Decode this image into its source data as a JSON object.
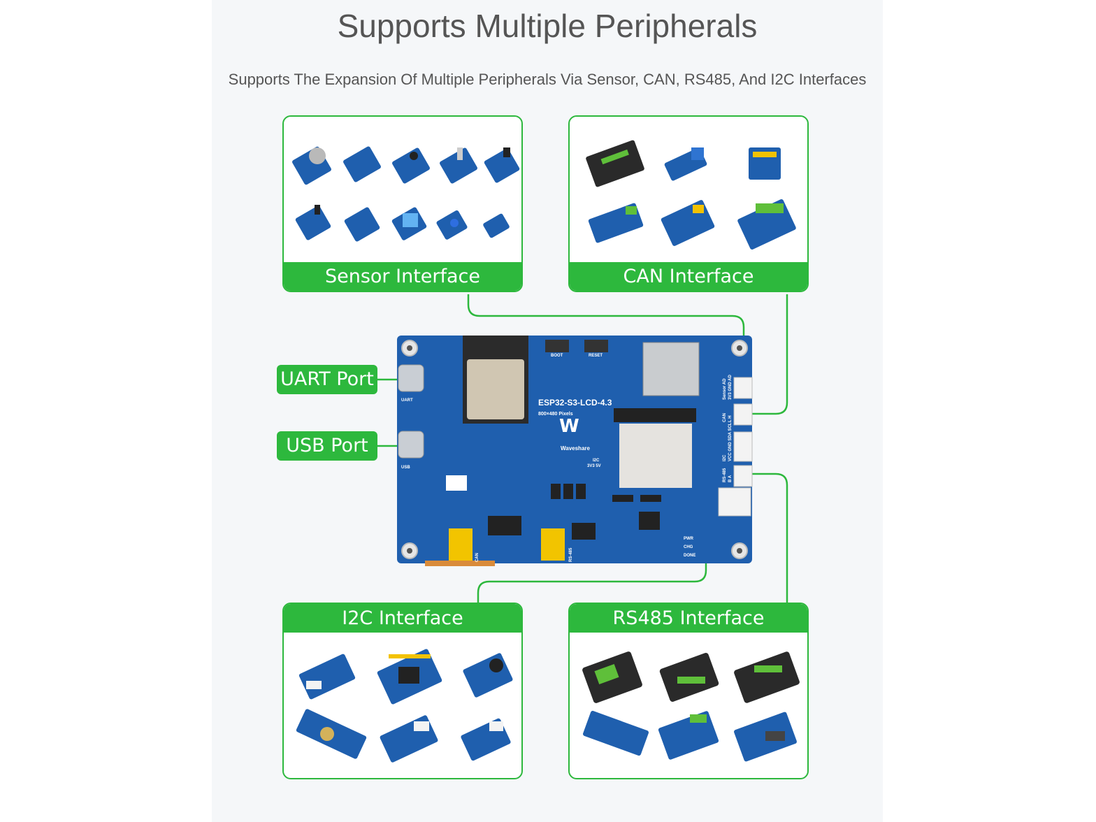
{
  "title": "Supports Multiple Peripherals",
  "subtitle": "Supports The Expansion Of Multiple Peripherals Via Sensor, CAN, RS485, And I2C Interfaces",
  "interfaces": {
    "sensor": "Sensor Interface",
    "can": "CAN Interface",
    "i2c": "I2C Interface",
    "rs485": "RS485 Interface"
  },
  "ports": {
    "uart": "UART Port",
    "usb": "USB Port"
  },
  "board": {
    "name": "ESP32-S3-LCD-4.3",
    "resolution": "800×480 Pixels",
    "brand": "Waveshare",
    "labels": {
      "boot": "BOOT",
      "reset": "RESET",
      "uart": "UART",
      "usb": "USB",
      "can": "CAN",
      "rs485": "RS-485",
      "i2c": "I2C",
      "i2c_voltage": "3V3 5V",
      "pwr": "PWR",
      "chg": "CHG",
      "done": "DONE",
      "sensor_ad": "Sensor AD",
      "sensor_pins": "3V3 GND AD",
      "can_hdr": "CAN",
      "can_pins": "L H",
      "i2c_hdr": "I2C",
      "i2c_pins": "VCC GND SDA SCL",
      "rs485_hdr": "RS-485",
      "rs485_pins": "B A"
    }
  },
  "colors": {
    "accent_green": "#2db83d",
    "board_blue": "#1f5fae",
    "text_gray": "#555555"
  }
}
